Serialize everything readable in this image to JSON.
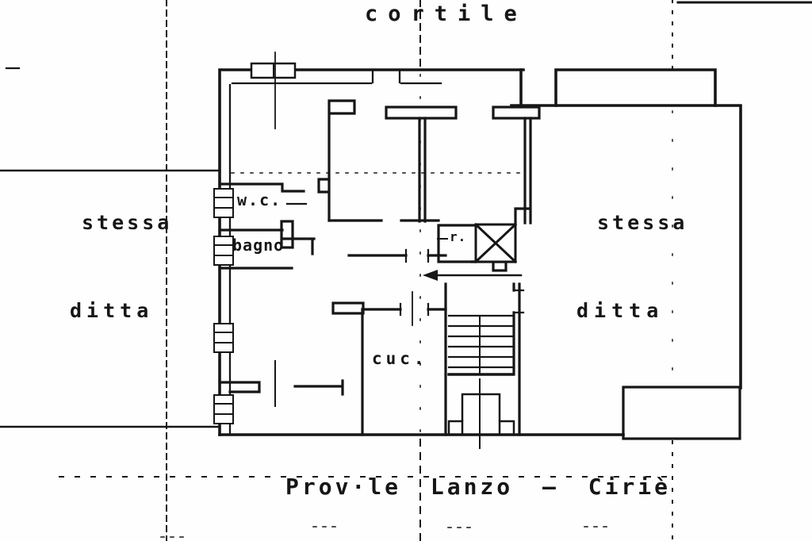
{
  "page": {
    "background": "#fefefe",
    "ink": "#161616"
  },
  "labels": {
    "courtyard": "cortile",
    "neighbor_left": {
      "line1": "stessa",
      "line2": "ditta"
    },
    "neighbor_right": {
      "line1": "stessa",
      "line2": "ditta"
    },
    "rooms": {
      "wc": "w.c.",
      "bathroom": "bagno",
      "storage": "r.",
      "kitchen": "cuc."
    },
    "road": "Prov·le Lanzo – Ciriè"
  }
}
